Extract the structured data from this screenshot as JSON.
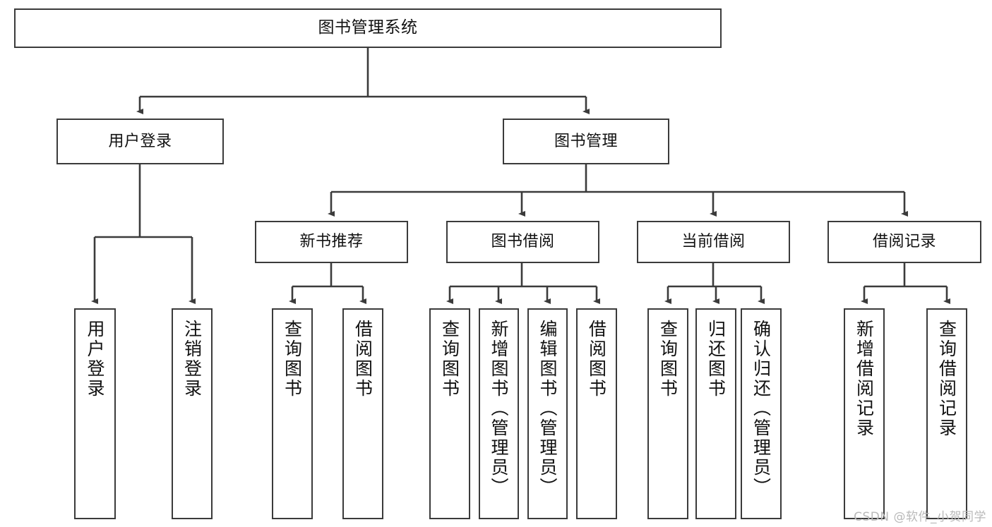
{
  "diagram": {
    "type": "tree",
    "title": "图书管理系统",
    "watermark": "CSDN @软件_小贺同学",
    "colors": {
      "box_border": "#3b3b3b",
      "box_fill": "#ffffff",
      "connector": "#3b3b3b",
      "text": "#111111",
      "watermark": "#b9b9b9"
    },
    "nodes": {
      "root": "图书管理系统",
      "level2": [
        "用户登录",
        "图书管理"
      ],
      "level3": [
        "新书推荐",
        "图书借阅",
        "当前借阅",
        "借阅记录"
      ],
      "leaves": {
        "user_login": [
          "用户登录",
          "注销登录"
        ],
        "new_book_recommend": [
          "查询图书",
          "借阅图书"
        ],
        "book_borrow": [
          "查询图书",
          "新增图书（管理员）",
          "编辑图书（管理员）",
          "借阅图书"
        ],
        "current_borrow": [
          "查询图书",
          "归还图书",
          "确认归还（管理员）"
        ],
        "borrow_record": [
          "新增借阅记录",
          "查询借阅记录"
        ]
      }
    }
  }
}
